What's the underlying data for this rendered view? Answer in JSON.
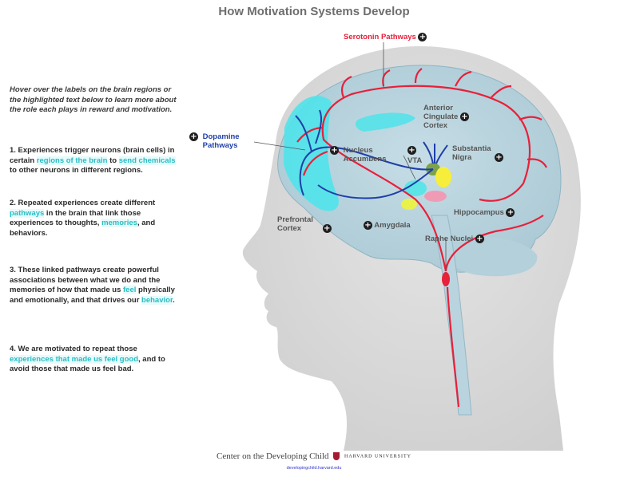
{
  "title": "How Motivation Systems Develop",
  "intro": "Hover over the labels on the brain regions or the highlighted text below to learn more about the role each plays in reward and motivation.",
  "steps": [
    {
      "t1": "1. Experiences trigger neurons (brain cells) in certain ",
      "h1": "regions of the brain",
      "t2": " to ",
      "h2": "send chemicals",
      "t3": " to other neurons in different regions."
    },
    {
      "t1": "2. Repeated experiences create different ",
      "h1": "pathways",
      "t2": " in the brain that link those experiences to thoughts, ",
      "h2": "memories",
      "t3": ", and behaviors."
    },
    {
      "t1": "3. These linked pathways create powerful associations between what we do and the memories of how that made us ",
      "h1": "feel",
      "t2": " physically and emotionally, and that drives our ",
      "h2": "behavior",
      "t3": "."
    },
    {
      "t1": "4. We are motivated to repeat those ",
      "h1": "experiences that made us feel good",
      "t2": ", and to avoid those that made us feel bad.",
      "h2": "",
      "t3": ""
    }
  ],
  "labels": {
    "serotonin": "Serotonin Pathways",
    "dopamine_1": "Dopamine",
    "dopamine_2": "Pathways",
    "anterior_1": "Anterior",
    "anterior_2": "Cingulate",
    "anterior_3": "Cortex",
    "nucleus_1": "Nucleus",
    "nucleus_2": "Accumbens",
    "vta": "VTA",
    "substantia_1": "Substantia",
    "substantia_2": "Nigra",
    "prefrontal_1": "Prefrontal",
    "prefrontal_2": "Cortex",
    "amygdala": "Amygdala",
    "hippocampus": "Hippocampus",
    "raphe": "Raphe Nuclei"
  },
  "footer": {
    "center": "Center on the Developing Child",
    "harvard": "HARVARD UNIVERSITY",
    "url": "developingchild.harvard.edu"
  },
  "colors": {
    "serotonin": "#e8203a",
    "dopamine": "#1f3fa8",
    "prefrontal": "#4fe3ea",
    "highlight": "#2bbcc4"
  }
}
